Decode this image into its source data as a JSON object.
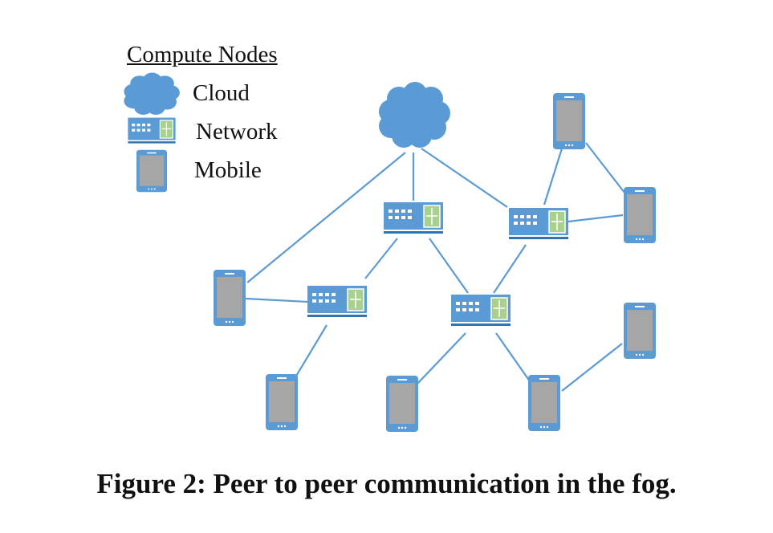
{
  "legend": {
    "title": "Compute Nodes",
    "items": [
      {
        "label": "Cloud",
        "icon": "cloud-icon"
      },
      {
        "label": "Network",
        "icon": "network-switch-icon"
      },
      {
        "label": "Mobile",
        "icon": "mobile-device-icon"
      }
    ]
  },
  "caption": "Figure 2: Peer to peer communication in the fog.",
  "colors": {
    "device_blue": "#5B9BD5",
    "screen_gray": "#A6A6A6",
    "port_green": "#A9D18E",
    "link_blue": "#5B9BD5"
  },
  "graph": {
    "nodes": [
      {
        "id": "cloud",
        "type": "cloud"
      },
      {
        "id": "net-top",
        "type": "network"
      },
      {
        "id": "net-right",
        "type": "network"
      },
      {
        "id": "net-left",
        "type": "network"
      },
      {
        "id": "net-center",
        "type": "network"
      },
      {
        "id": "mob-top-right",
        "type": "mobile"
      },
      {
        "id": "mob-right",
        "type": "mobile"
      },
      {
        "id": "mob-left",
        "type": "mobile"
      },
      {
        "id": "mob-bottom-left",
        "type": "mobile"
      },
      {
        "id": "mob-bottom-mid",
        "type": "mobile"
      },
      {
        "id": "mob-bottom-right",
        "type": "mobile"
      },
      {
        "id": "mob-far-right",
        "type": "mobile"
      }
    ],
    "edges": [
      [
        "cloud",
        "mob-left"
      ],
      [
        "cloud",
        "net-top"
      ],
      [
        "cloud",
        "net-right"
      ],
      [
        "net-top",
        "net-left"
      ],
      [
        "net-top",
        "net-center"
      ],
      [
        "net-right",
        "net-center"
      ],
      [
        "net-right",
        "mob-top-right"
      ],
      [
        "net-right",
        "mob-right"
      ],
      [
        "mob-top-right",
        "mob-right"
      ],
      [
        "mob-left",
        "net-left"
      ],
      [
        "net-left",
        "mob-bottom-left"
      ],
      [
        "net-center",
        "mob-bottom-mid"
      ],
      [
        "net-center",
        "mob-bottom-right"
      ],
      [
        "mob-bottom-right",
        "mob-far-right"
      ]
    ]
  }
}
